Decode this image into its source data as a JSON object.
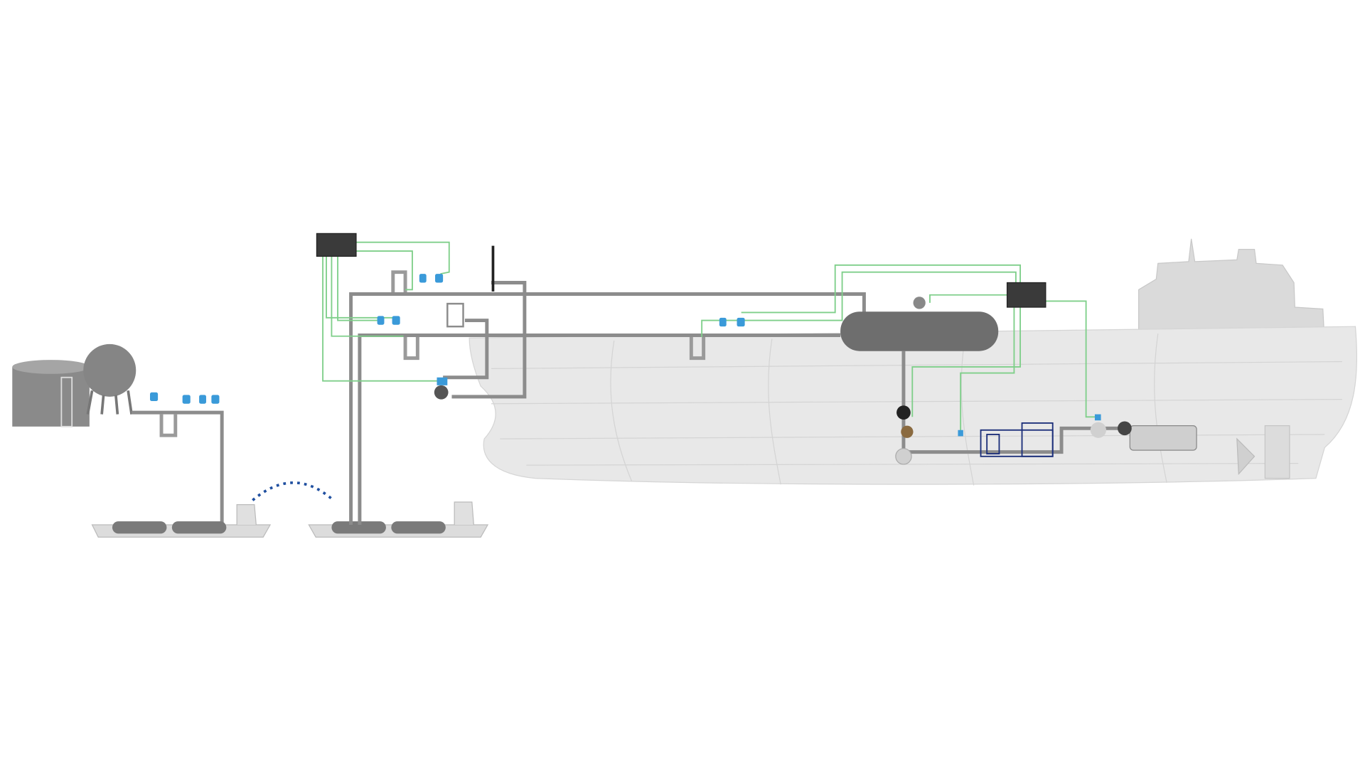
{
  "diagram": {
    "colors": {
      "background": "#ffffff",
      "pipe": "#8c8c8c",
      "signal_line": "#7fcf8a",
      "transmitter": "#3a9ad9",
      "tank": "#6e6e6e",
      "hull": "#e6e6e6",
      "controller": "#3a3a3a",
      "transfer_arrow": "#1f4fa0",
      "treatment_module": "#1c2f7a"
    },
    "components": [
      "shore-storage-tank",
      "shore-sphere-tank",
      "bunker-barge",
      "transfer-arrow",
      "receiving-barge",
      "controller",
      "lng-fuel-tank",
      "ship-hull",
      "ship-superstructure",
      "fuel-pump",
      "gas-treatment-module",
      "main-engine",
      "propeller"
    ]
  }
}
